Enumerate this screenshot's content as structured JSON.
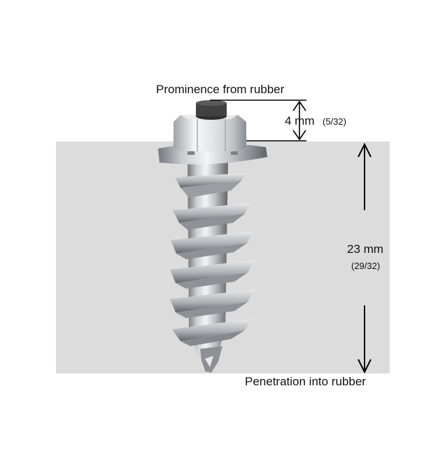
{
  "diagram": {
    "prominence_label": "Prominence from rubber",
    "prominence_metric": "4 mm",
    "prominence_imperial": "(5/32)",
    "penetration_metric": "23 mm",
    "penetration_imperial": "(29/32)",
    "penetration_label": "Penetration into rubber"
  },
  "colors": {
    "rubber": "#dcdcdc",
    "arrow": "#000000",
    "metal_light": "#f1f2f3",
    "metal_mid": "#b9bdc1",
    "metal_dark": "#6f7479",
    "pin": "#3e3e3e"
  }
}
